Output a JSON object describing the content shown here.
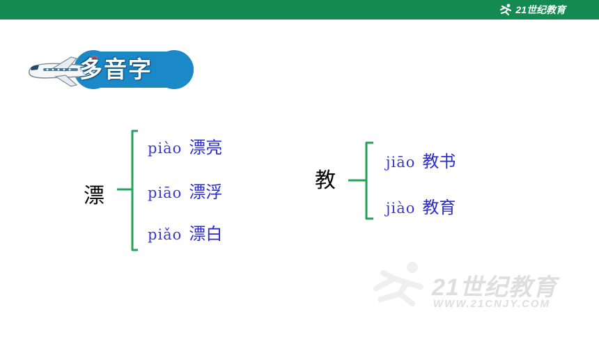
{
  "header": {
    "brand_logo_text": "21世纪教育",
    "brand_logo_url": "WWW.21CNJY.COM",
    "bar_color": "#138a52"
  },
  "badge": {
    "title": "多音字",
    "color": "#1b88c7",
    "icon": "airplane-icon"
  },
  "groups": [
    {
      "character": "漂",
      "readings": [
        {
          "pinyin": "piào",
          "word": "漂亮"
        },
        {
          "pinyin": "piāo",
          "word": "漂浮"
        },
        {
          "pinyin": "piǎo",
          "word": "漂白"
        }
      ]
    },
    {
      "character": "教",
      "readings": [
        {
          "pinyin": "jiāo",
          "word": "教书"
        },
        {
          "pinyin": "jiào",
          "word": "教育"
        }
      ]
    }
  ],
  "colors": {
    "brace": "#23a35a",
    "pinyin": "#3838d6",
    "word": "#2a2ad0"
  },
  "watermark": {
    "logo_text": "21世纪教育",
    "url": "WWW.21CNJY.COM"
  }
}
